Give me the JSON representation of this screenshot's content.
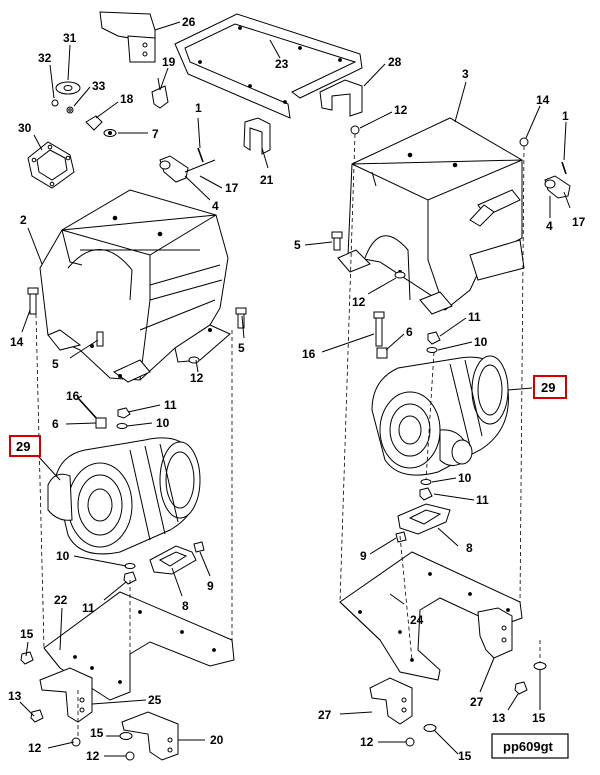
{
  "figure_id": "pp609gt",
  "highlight_color": "#d40000",
  "callouts": {
    "c1a": "1",
    "c1b": "1",
    "c2": "2",
    "c3": "3",
    "c4a": "4",
    "c4b": "4",
    "c5a": "5",
    "c5b": "5",
    "c5c": "5",
    "c6a": "6",
    "c6b": "6",
    "c7": "7",
    "c8a": "8",
    "c8b": "8",
    "c9a": "9",
    "c9b": "9",
    "c10a": "10",
    "c10b": "10",
    "c10c": "10",
    "c10d": "10",
    "c11a": "11",
    "c11b": "11",
    "c11c": "11",
    "c11d": "11",
    "c12a": "12",
    "c12b": "12",
    "c12c": "12",
    "c12d": "12",
    "c12e": "12",
    "c13a": "13",
    "c13b": "13",
    "c14a": "14",
    "c14b": "14",
    "c15a": "15",
    "c15b": "15",
    "c15c": "15",
    "c15d": "15",
    "c16a": "16",
    "c16b": "16",
    "c17a": "17",
    "c17b": "17",
    "c18": "18",
    "c19": "19",
    "c20": "20",
    "c21": "21",
    "c22": "22",
    "c23": "23",
    "c24": "24",
    "c25": "25",
    "c26": "26",
    "c27a": "27",
    "c27b": "27",
    "c28": "28",
    "c29a": "29",
    "c29b": "29",
    "c30": "30",
    "c31": "31",
    "c32": "32",
    "c33": "33"
  }
}
